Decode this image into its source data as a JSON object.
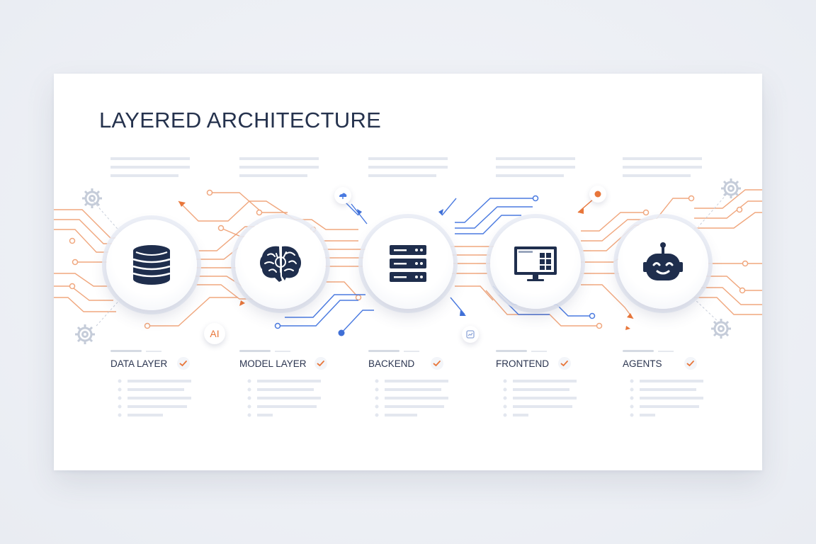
{
  "title": "LAYERED ARCHITECTURE",
  "layers": [
    {
      "label": "DATA LAYER",
      "icon": "database-icon"
    },
    {
      "label": "MODEL LAYER",
      "icon": "brain-icon"
    },
    {
      "label": "BACKEND",
      "icon": "server-icon"
    },
    {
      "label": "FRONTEND",
      "icon": "monitor-icon"
    },
    {
      "label": "AGENTS",
      "icon": "robot-icon"
    }
  ],
  "badge_ai": "AI",
  "colors": {
    "title": "#25324d",
    "icon": "#1f2e4d",
    "orange": "#e8763a",
    "blue": "#3f6fd6",
    "placeholder": "#e3e7ef"
  }
}
